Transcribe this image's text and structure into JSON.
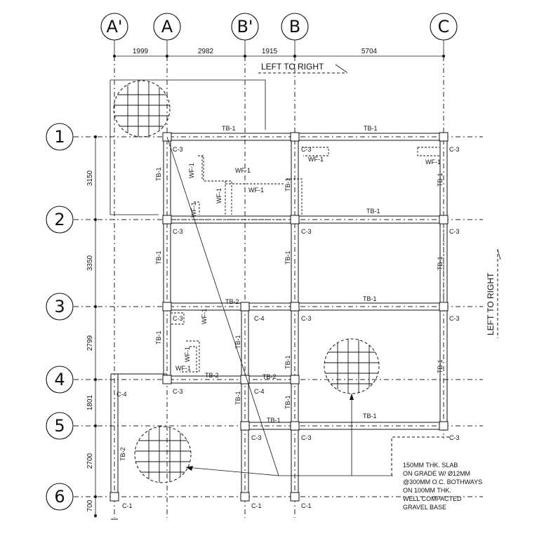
{
  "grid": {
    "columns": [
      "A'",
      "A",
      "B'",
      "B",
      "C"
    ],
    "rows": [
      "1",
      "2",
      "3",
      "4",
      "5",
      "6"
    ],
    "col_spacings": [
      "1999",
      "2982",
      "1915",
      "5704"
    ],
    "row_spacings": [
      "3150",
      "3350",
      "2799",
      "1801",
      "2700",
      "700"
    ]
  },
  "direction_labels": {
    "top": "LEFT TO RIGHT",
    "right": "LEFT TO RIGHT"
  },
  "beam_labels": {
    "tb1": "TB-1",
    "tb2": "TB-2",
    "wf1": "WF-1"
  },
  "column_labels": {
    "c1": "C-1",
    "c3": "C-3",
    "c4": "C-4"
  },
  "slab_note": [
    "150MM THK. SLAB",
    "ON GRADE W/ Ø12MM",
    "@300MM O.C. BOTHWAYS",
    "ON 100MM THK.",
    "WELL COMPACTED",
    "GRAVEL BASE"
  ]
}
